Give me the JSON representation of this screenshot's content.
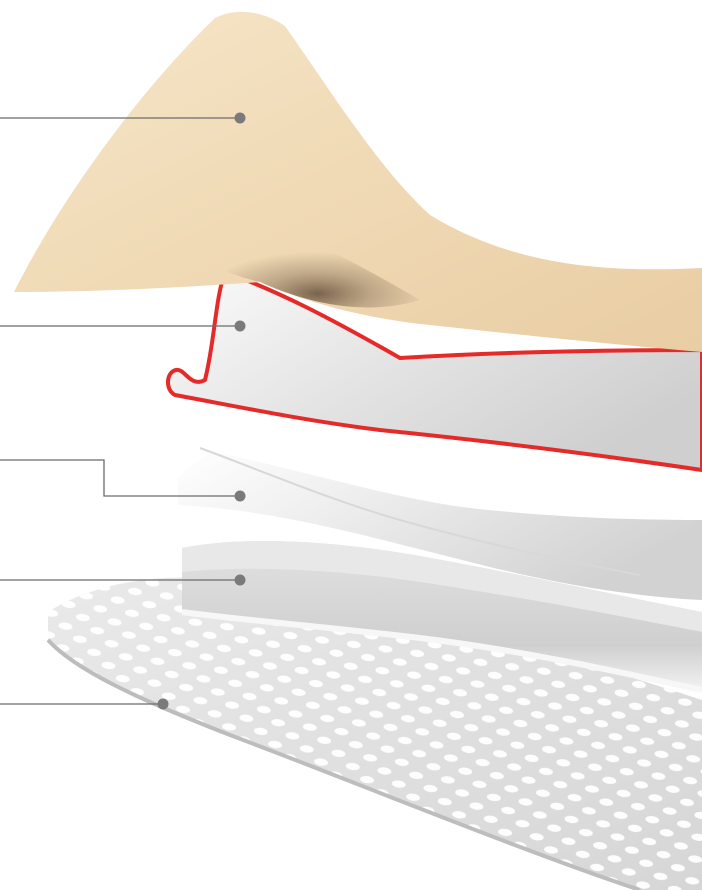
{
  "colors": {
    "background": "#ffffff",
    "top_layer": "#f2dfbf",
    "top_layer_shadow": "#8a735a",
    "highlight_outline": "#e52a2a",
    "film_layer": "#e8e8e8",
    "thin_layer": "#ededed",
    "foam_layer": "#d9d9d9",
    "perforated_layer": "#e6e6e6",
    "perforation": "#ffffff",
    "callout_line": "#6b6b6b",
    "callout_dot": "#7a7a7a"
  },
  "layers": [
    {
      "name": "top-beige-layer",
      "highlighted": false
    },
    {
      "name": "film-layer",
      "highlighted": true
    },
    {
      "name": "thin-white-layer",
      "highlighted": false
    },
    {
      "name": "foam-pad-layer",
      "highlighted": false
    },
    {
      "name": "perforated-contact-layer",
      "highlighted": false
    }
  ],
  "callouts": [
    {
      "target": "top-beige-layer"
    },
    {
      "target": "film-layer"
    },
    {
      "target": "thin-white-layer"
    },
    {
      "target": "foam-pad-layer"
    },
    {
      "target": "perforated-contact-layer"
    }
  ]
}
